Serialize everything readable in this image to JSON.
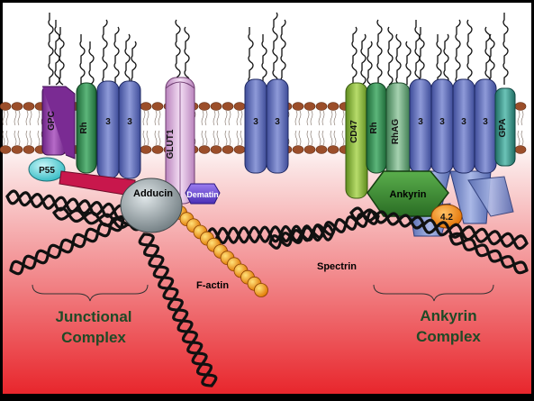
{
  "proteins": {
    "gpc": "GPC",
    "rh": "Rh",
    "band3": "3",
    "glut1": "GLUT1",
    "cd47": "CD47",
    "rhag": "RhAG",
    "gpa": "GPA",
    "p55": "P55",
    "adducin": "Adducin",
    "dematin": "Dematin",
    "ankyrin": "Ankyrin",
    "protein_4_2": "4.2",
    "f_actin": "F-actin",
    "spectrin": "Spectrin"
  },
  "complexes": {
    "junctional_line1": "Junctional",
    "junctional_line2": "Complex",
    "ankyrin_line1": "Ankyrin",
    "ankyrin_line2": "Complex"
  },
  "colors": {
    "background_top": "#ffffff",
    "background_bottom": "#e8262c",
    "gpc": "#8e3aa3",
    "rh": "#2f8a4e",
    "band3": "#5a69b5",
    "glut1": "#d6a8d8",
    "cd47": "#8db83b",
    "rhag": "#6aa67a",
    "gpa": "#3a9a8e",
    "p55": "#45cfd6",
    "adducin": "#9aa6aa",
    "dematin": "#6d4bd8",
    "ankyrin": "#3d8a33",
    "protein_4_2": "#f08a12",
    "f_actin": "#f39a12",
    "spectrin": "#111111"
  }
}
